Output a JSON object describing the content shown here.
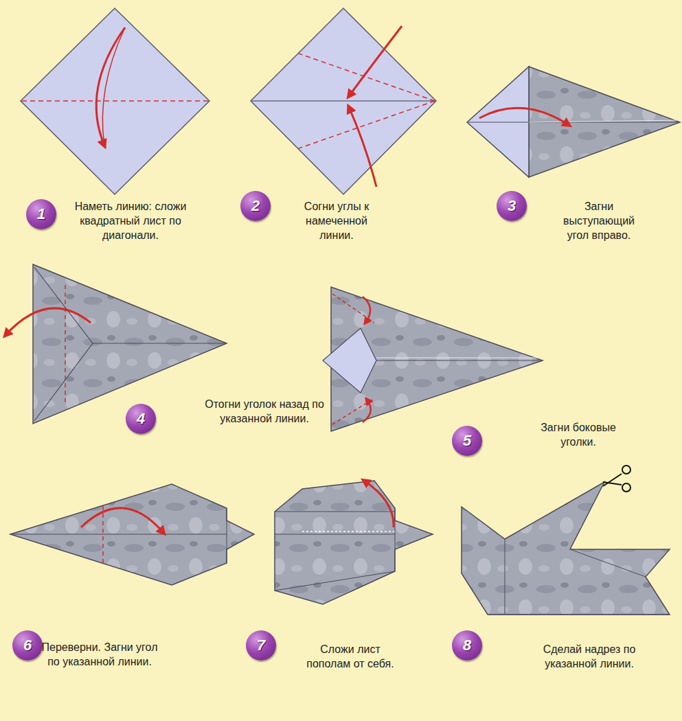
{
  "diagram": {
    "nodes": [
      {
        "text": [
          "1",
          "Наметь линию: сложи квадратный лист по диагонали."
        ]
      },
      {
        "text": [
          "2",
          "Согни углы к намеченной линии."
        ]
      },
      {
        "text": [
          "3",
          "Загни выступающий угол вправо."
        ]
      },
      {
        "text": [
          "4",
          "Отогни уголок назад по указанной линии."
        ]
      },
      {
        "text": [
          "5",
          "Загни боковые уголки."
        ]
      },
      {
        "text": [
          "6",
          "Переверни. Загни угол по указанной линии."
        ]
      },
      {
        "text": [
          "7",
          "Сложи лист пополам от себя."
        ]
      },
      {
        "text": [
          "8",
          "Сделай надрез по указанной линии."
        ]
      }
    ]
  }
}
